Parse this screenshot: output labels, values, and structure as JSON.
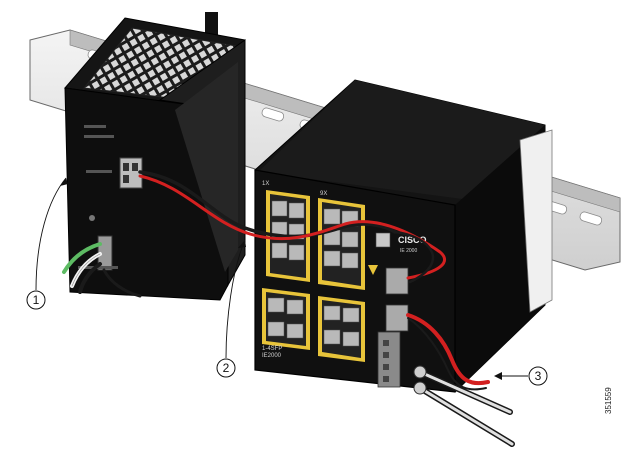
{
  "callouts": [
    {
      "id": 1,
      "label": "1"
    },
    {
      "id": 2,
      "label": "2"
    },
    {
      "id": 3,
      "label": "3"
    }
  ],
  "device": {
    "brand": "CISCO",
    "model": "IE 2000",
    "port_label": "IE2000"
  },
  "figure_id": "351559",
  "colors": {
    "rail": "#e9e9e9",
    "device_body": "#0f0f0f",
    "port_frame": "#e8c43a",
    "cable_red": "#d32020",
    "cable_black": "#1a1a1a",
    "cable_green": "#5dbb63"
  }
}
